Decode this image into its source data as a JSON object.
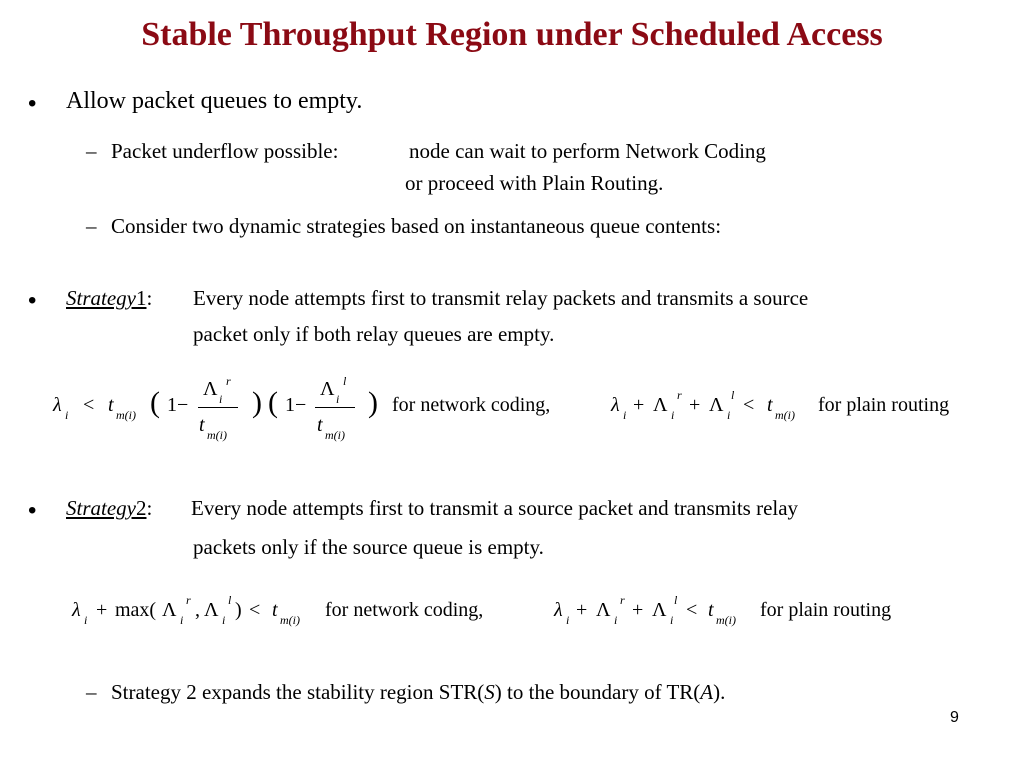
{
  "title": "Stable Throughput Region under Scheduled Access",
  "bullet_char": "•",
  "dash_char": "–",
  "bullet1": {
    "text": "Allow packet queues to empty."
  },
  "sub1": {
    "label": "Packet underflow possible:",
    "line1": "node can wait to perform Network Coding",
    "line2": "or proceed with Plain Routing."
  },
  "sub2": {
    "text": "Consider two dynamic strategies based on instantaneous queue contents:"
  },
  "strategy1": {
    "name": "Strategy",
    "num": "1",
    "colon": ":",
    "line1": "Every node attempts first to transmit relay packets and transmits a source",
    "line2": "packet only if both relay queues are empty."
  },
  "strategy2": {
    "name": "Strategy",
    "num": "2",
    "colon": ":",
    "line1": "Every node attempts first to transmit a source packet and transmits relay",
    "line2": "packets only if the source queue is empty."
  },
  "sym": {
    "lambda": "λ",
    "Lambda": "Λ",
    "t": "t",
    "i": "i",
    "r": "r",
    "l": "l",
    "lt": "<",
    "plus": "+",
    "one_minus": "1−",
    "mi": "m(i)",
    "lparen": "(",
    "rparen": ")",
    "max_open": "max(",
    "comma": ",",
    "close_paren": ")"
  },
  "labels": {
    "network_coding": "for network coding,",
    "plain_routing": "for plain routing"
  },
  "conclusion": {
    "pre": "Strategy 2 expands the stability region STR(",
    "S": "S",
    "mid": ") to the boundary of TR(",
    "A": "A",
    "post": ")."
  },
  "page_number": "9"
}
